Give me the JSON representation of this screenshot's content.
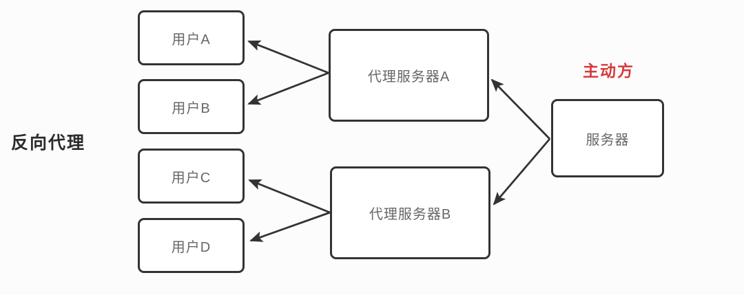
{
  "diagram": {
    "title_label": "反向代理",
    "active_side_label": "主动方"
  },
  "nodes": {
    "user_a": {
      "label": "用户A"
    },
    "user_b": {
      "label": "用户B"
    },
    "user_c": {
      "label": "用户C"
    },
    "user_d": {
      "label": "用户D"
    },
    "proxy_a": {
      "label": "代理服务器A"
    },
    "proxy_b": {
      "label": "代理服务器B"
    },
    "server": {
      "label": "服务器"
    }
  },
  "connections": [
    {
      "from": "服务器",
      "to": "代理服务器A"
    },
    {
      "from": "服务器",
      "to": "代理服务器B"
    },
    {
      "from": "代理服务器A",
      "to": "用户A"
    },
    {
      "from": "代理服务器A",
      "to": "用户B"
    },
    {
      "from": "代理服务器B",
      "to": "用户C"
    },
    {
      "from": "代理服务器B",
      "to": "用户D"
    }
  ],
  "colors": {
    "box_border": "#333333",
    "box_text": "#666666",
    "arrow": "#333333",
    "title_text": "#2b2b2b",
    "active_label_text": "#d53a3a",
    "background": "#fcfcfc"
  }
}
